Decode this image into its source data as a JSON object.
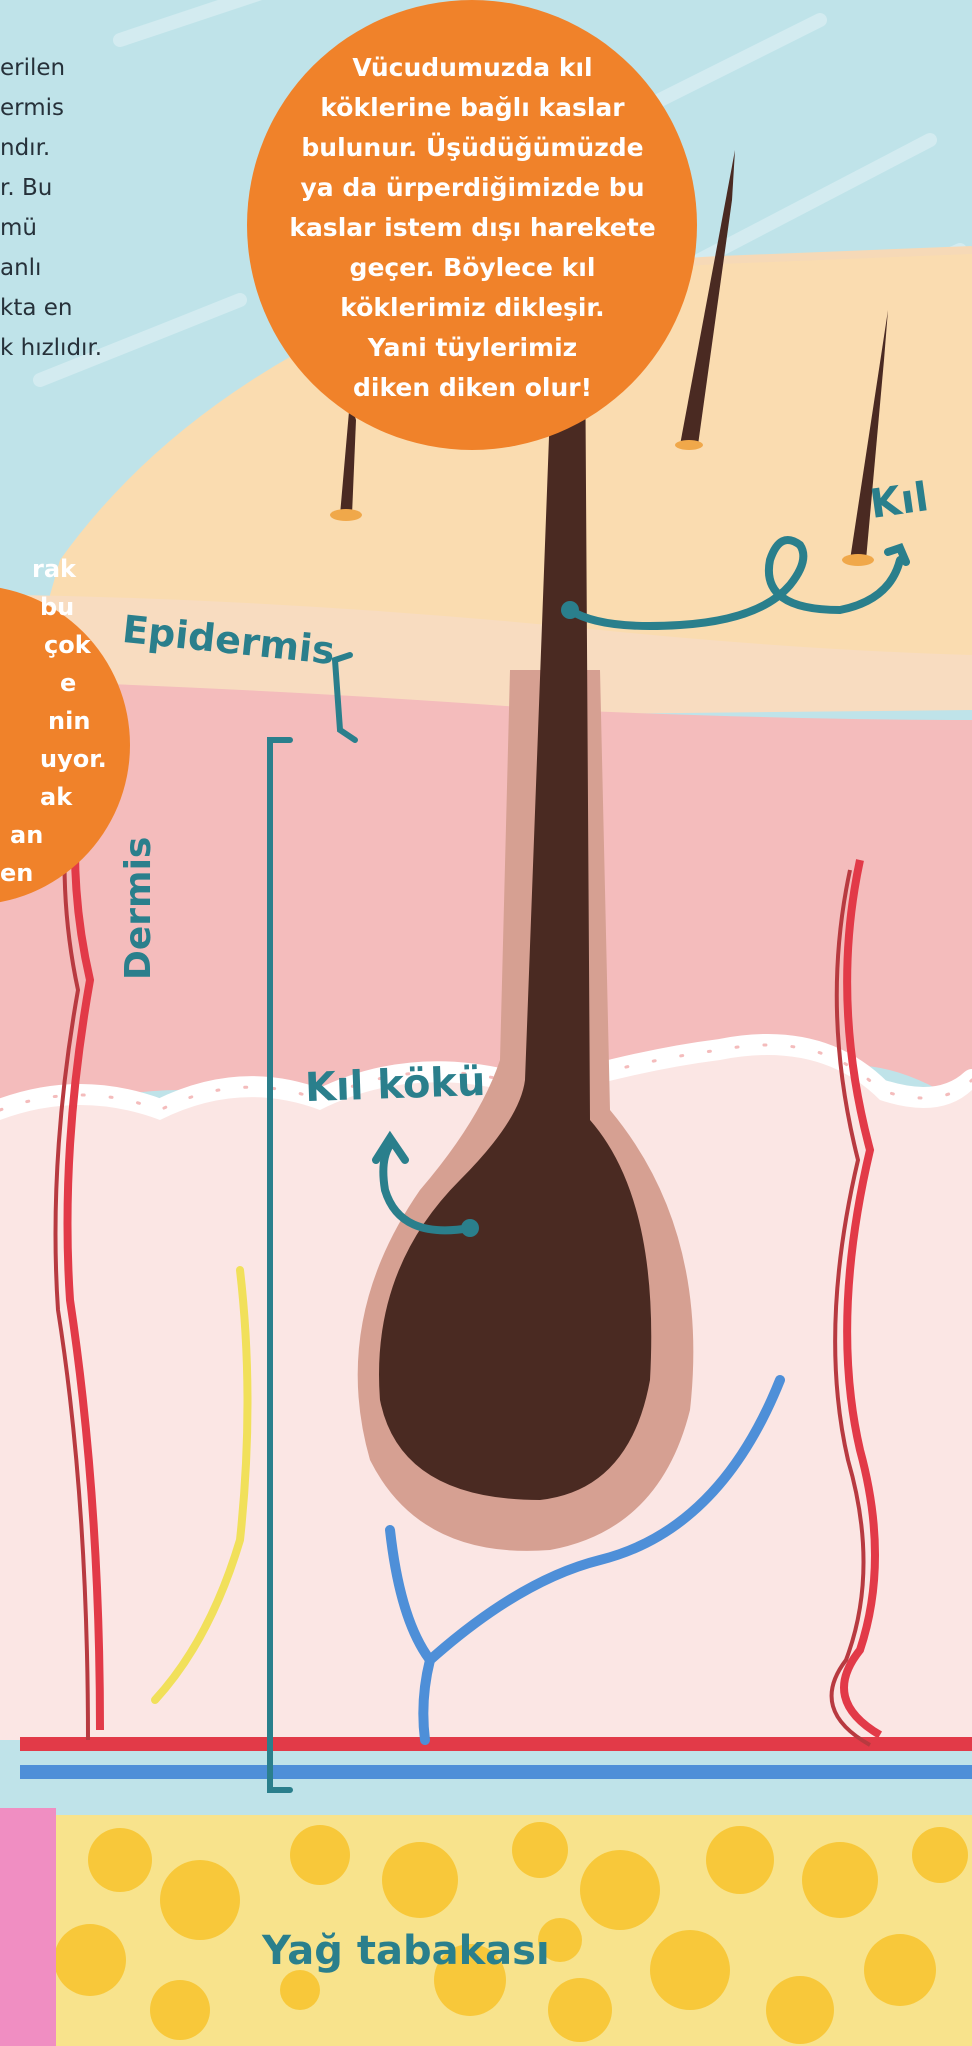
{
  "top_left_text_lines": [
    "erilen",
    "ermis",
    "ndır.",
    "r. Bu",
    "mü",
    "anlı",
    "kta en",
    "k hızlıdır."
  ],
  "right_bubble_lines": [
    "Vücudumuzda kıl",
    "köklerine bağlı kaslar",
    "bulunur. Üşüdüğümüzde",
    "ya da ürperdiğimizde bu",
    "kaslar istem dışı harekete",
    "geçer. Böylece kıl",
    "köklerimiz dikleşir.",
    "Yani tüylerimiz",
    "diken diken olur!"
  ],
  "left_bubble_lines": [
    "rak",
    "bu",
    "çok",
    "e",
    "nin",
    "uyor.",
    "ak",
    "",
    "an",
    "en"
  ],
  "labels": {
    "kil": "Kıl",
    "epidermis": "Epidermis",
    "dermis": "Dermis",
    "kil_koku": "Kıl kökü",
    "yag_tabakasi": "Yağ tabakası"
  },
  "colors": {
    "background": "#bfe3e9",
    "bubble": "#f0822a",
    "label": "#2a7f8c",
    "skin_surface": "#fadcb0",
    "epidermis": "#f8dcc0",
    "dermis": "#f4bcbc",
    "deep_dermis": "#fbe6e4",
    "fat": "#f8e38c",
    "fat_cells": "#f8c83a",
    "hair": "#4a2a22"
  }
}
